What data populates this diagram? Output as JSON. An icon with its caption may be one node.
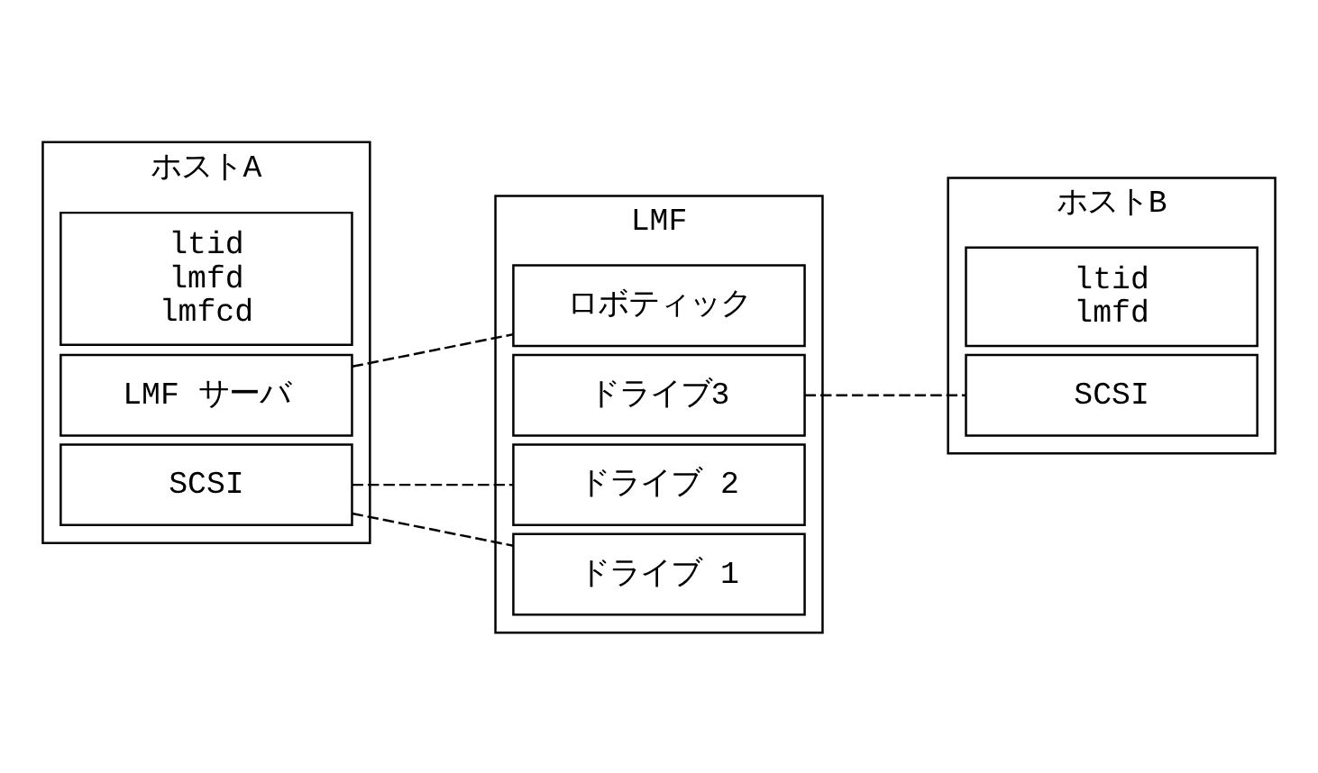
{
  "diagram": {
    "nodes": [
      {
        "text": [
          "ホストA"
        ]
      },
      {
        "text": [
          "ltid",
          "lmfd",
          "lmfcd"
        ],
        "in": 0
      },
      {
        "text": [
          "LMF サーバ"
        ],
        "in": 0
      },
      {
        "text": [
          "SCSI"
        ],
        "in": 0
      },
      {
        "text": [
          "LMF"
        ]
      },
      {
        "text": [
          "ロボティック"
        ],
        "in": 4
      },
      {
        "text": [
          "ドライブ3"
        ],
        "in": 4
      },
      {
        "text": [
          "ドライブ 2"
        ],
        "in": 4
      },
      {
        "text": [
          "ドライブ 1"
        ],
        "in": 4
      },
      {
        "text": [
          "ホストB"
        ]
      },
      {
        "text": [
          "ltid",
          "lmfd"
        ],
        "in": 9
      },
      {
        "text": [
          "SCSI"
        ],
        "in": 9
      }
    ],
    "edges": [
      {
        "from": 2,
        "to": 5,
        "arrow": "none",
        "style": "dashed"
      },
      {
        "from": 3,
        "to": 7,
        "arrow": "none",
        "style": "dashed"
      },
      {
        "from": 3,
        "to": 8,
        "arrow": "none",
        "style": "dashed"
      },
      {
        "from": 6,
        "to": 11,
        "arrow": "none",
        "style": "dashed"
      }
    ]
  }
}
